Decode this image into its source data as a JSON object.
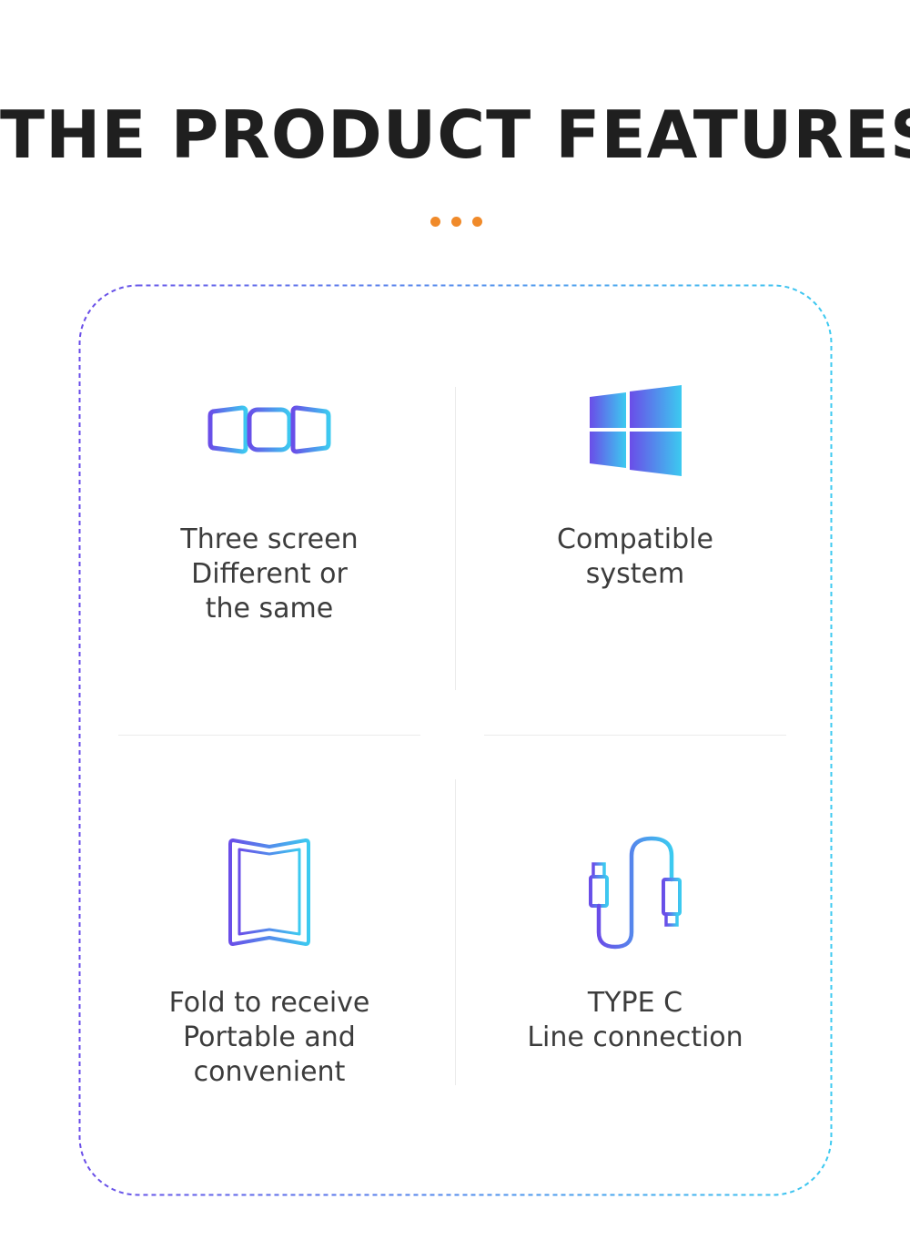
{
  "header": {
    "title": "THE PRODUCT FEATURES"
  },
  "colors": {
    "accent_orange": "#f08a2a",
    "gradient_start": "#6a4de8",
    "gradient_end": "#3ccaf0",
    "text": "#3c3c3c",
    "title": "#1f1f1f"
  },
  "features": [
    {
      "icon": "three-screens-icon",
      "lines": [
        "Three screen",
        "Different or",
        "the same"
      ]
    },
    {
      "icon": "windows-logo-icon",
      "lines": [
        "Compatible",
        "system"
      ]
    },
    {
      "icon": "folding-screen-icon",
      "lines": [
        "Fold to receive",
        "Portable and",
        "convenient"
      ]
    },
    {
      "icon": "usb-type-c-cable-icon",
      "lines": [
        "TYPE C",
        "Line connection"
      ]
    }
  ]
}
